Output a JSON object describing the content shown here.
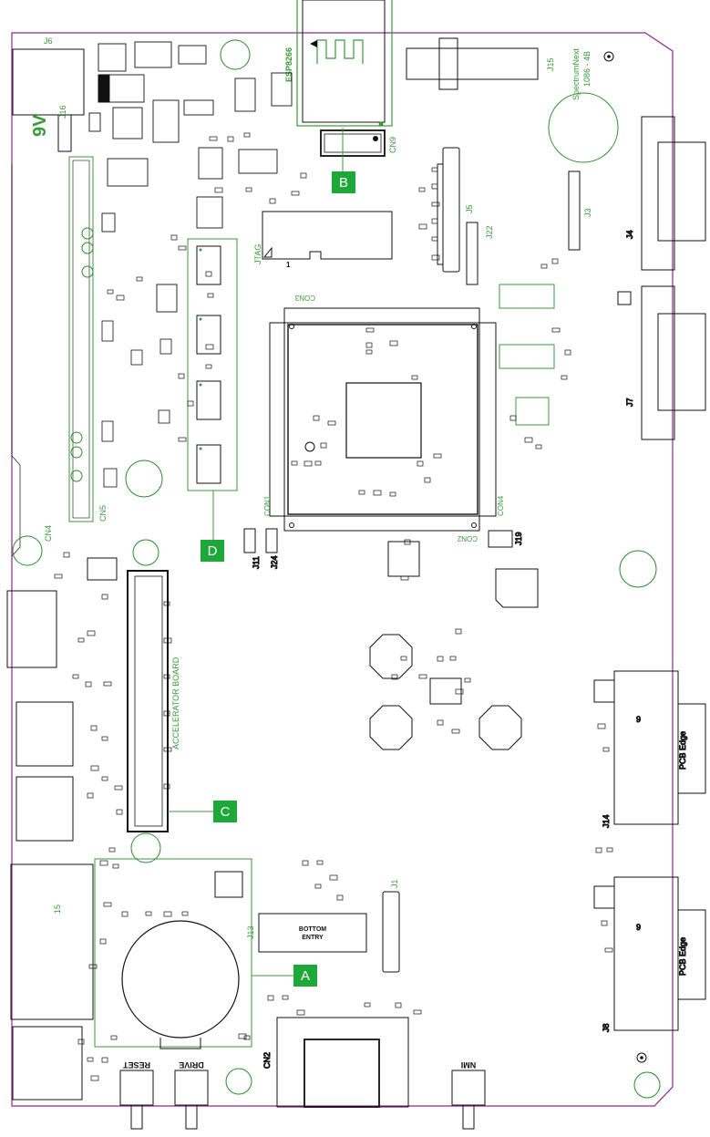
{
  "board": {
    "name_line1": "SpectrumNext",
    "name_line2": "1086 - 4B",
    "module": "ESP8266",
    "accelerator": "ACCELERATOR BOARD",
    "bottom_entry_line1": "BOTTOM",
    "bottom_entry_line2": "ENTRY",
    "pcb_edge": "PCB Edge",
    "jtag_pin": "1"
  },
  "callouts": [
    {
      "id": "A",
      "label": "A"
    },
    {
      "id": "B",
      "label": "B"
    },
    {
      "id": "C",
      "label": "C"
    },
    {
      "id": "D",
      "label": "D"
    }
  ],
  "connectors": {
    "J6": "J6",
    "J16": "J16",
    "CN5": "CN5",
    "CN4": "CN4",
    "CN9": "CN9",
    "JTAG": "JTAG",
    "J5": "J5",
    "J22": "J22",
    "J15": "J15",
    "J3": "J3",
    "J4": "J4",
    "J7": "J7",
    "CON3": "CON3",
    "CON1": "CON1",
    "CON4": "CON4",
    "CON2": "CON2",
    "J11": "J11",
    "J24": "J24",
    "J19": "J19",
    "J14": "J14",
    "J8": "J8",
    "J13": "J13",
    "J1": "J1",
    "CN2": "CN2",
    "vga_pins_top": "9",
    "vga_pins_bottom": "9",
    "db15": "15"
  },
  "buttons": {
    "reset": "RESET",
    "drive": "DRIVE",
    "nmi": "NMI"
  },
  "colors": {
    "outline": "#8a2a8a",
    "silk": "#3a9a3a",
    "callout_bg": "#1fa83a",
    "component": "#111111"
  }
}
